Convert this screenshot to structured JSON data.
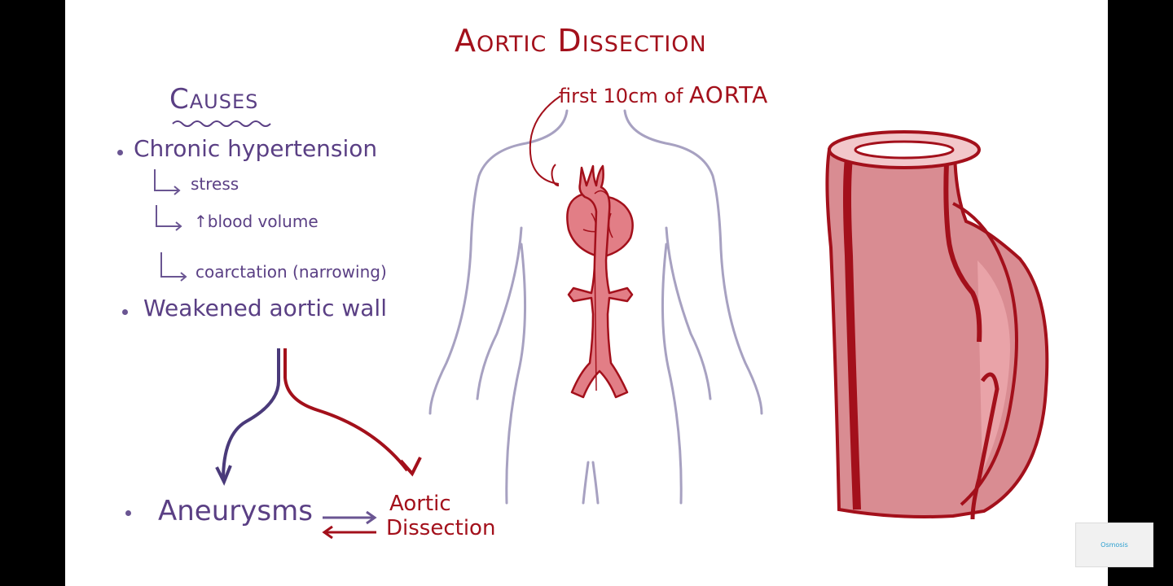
{
  "title": "Aortic Dissection",
  "body_label": {
    "prefix": "first 10cm of",
    "suffix": "AORTA"
  },
  "causes": {
    "heading": "Causes",
    "items": [
      {
        "label": "Chronic hypertension"
      },
      {
        "label": "Weakened aortic wall"
      }
    ],
    "sub_items": [
      "stress",
      "↑blood volume",
      "coarctation (narrowing)"
    ]
  },
  "outcomes": {
    "left": "Aneurysms",
    "right_line1": "Aortic",
    "right_line2": "Dissection"
  },
  "logo": "Osmosis",
  "colors": {
    "accent_red": "#a3101b",
    "purple": "#5a3f84",
    "outline": "#a7a1c1",
    "aorta_fill": "#e27e86",
    "background": "#ffffff"
  }
}
